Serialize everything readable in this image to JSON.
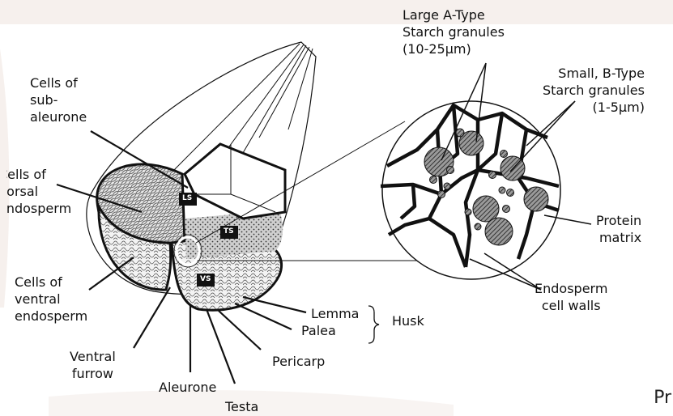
{
  "labels": {
    "cells_subaleurone": "Cells of\nsub-\naleurone",
    "cells_dorsal": "Cells of\ndorsal\nendosperm",
    "cells_ventral": "Cells of\nventral\nendosperm",
    "ventral_furrow": "Ventral\nfurrow",
    "aleurone": "Aleurone",
    "testa": "Testa",
    "pericarp": "Pericarp",
    "palea": "Palea",
    "lemma": "Lemma",
    "husk": "Husk",
    "large_a": "Large A-Type\nStarch granules\n(10-25µm)",
    "small_b": "Small, B-Type\nStarch granules\n(1-5µm)",
    "protein_matrix": "Protein\nmatrix",
    "endosperm_walls": "Endosperm\ncell walls",
    "ls": "LS",
    "ts": "TS",
    "vs": "VS",
    "bleed_text": "Pr"
  },
  "colors": {
    "line": "#111111",
    "background": "#ffffff",
    "granule_fill": "#bdbdbd",
    "watermark": "#e7d9d3"
  }
}
